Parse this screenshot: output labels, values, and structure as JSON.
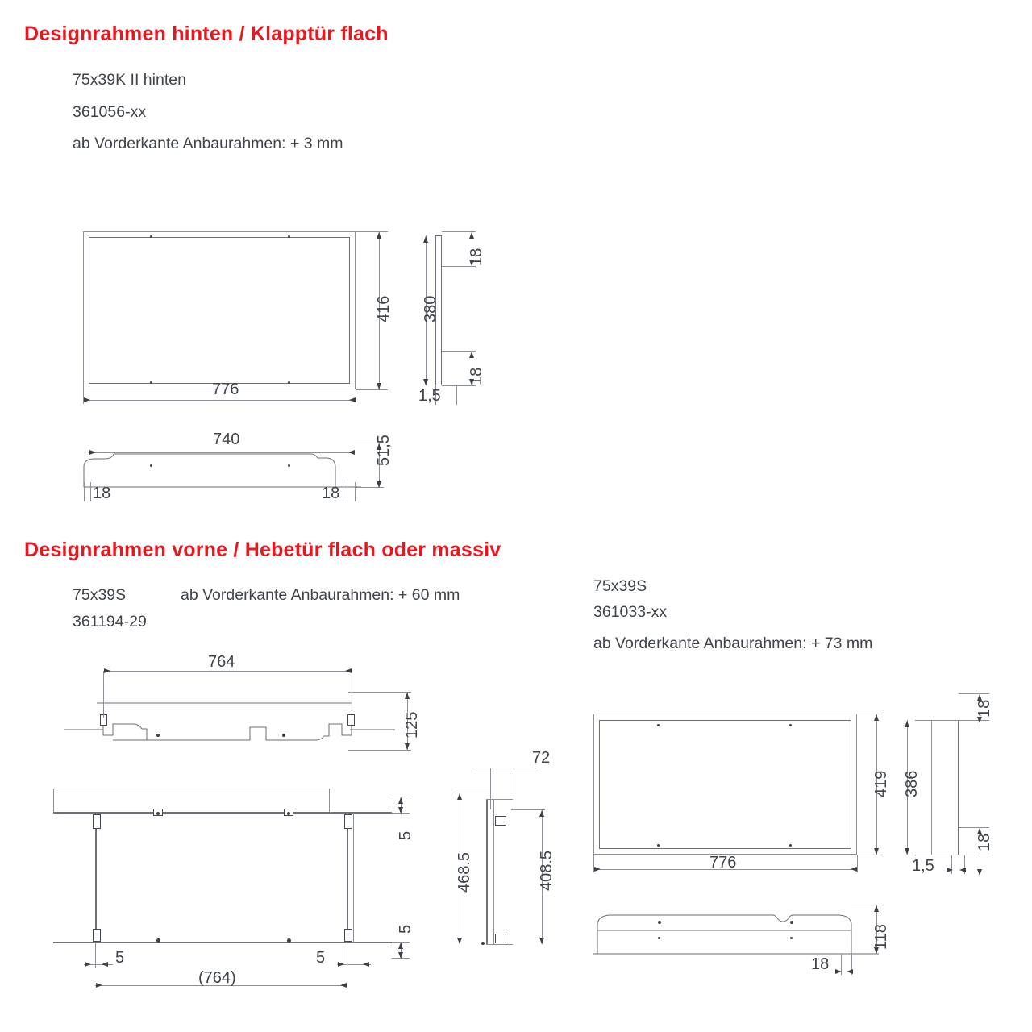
{
  "sections": [
    {
      "title": "Designrahmen hinten / Klapptür flach",
      "labels": [
        "75x39K II hinten",
        "361056-xx",
        "ab Vorderkante Anbaurahmen: + 3 mm"
      ]
    },
    {
      "title": "Designrahmen vorne / Hebetür flach oder massiv",
      "labels_left": [
        "75x39S",
        "361194-29"
      ],
      "note_left": "ab Vorderkante Anbaurahmen: + 60 mm",
      "labels_right": [
        "75x39S",
        "361033-xx",
        "ab Vorderkante Anbaurahmen: + 73 mm"
      ]
    }
  ],
  "dimensions": {
    "top_front_width": "776",
    "top_front_height": "416",
    "top_side_height": "380",
    "top_side_edge_upper": "18",
    "top_side_edge_lower": "18",
    "top_side_thickness": "1,5",
    "top_profile_width": "740",
    "top_profile_height": "51,5",
    "top_profile_left": "18",
    "top_profile_right": "18",
    "mid_profile_width": "764",
    "mid_profile_height": "125",
    "mid_frame_gap_top": "5",
    "mid_frame_gap_bottom": "5",
    "mid_frame_gap_left": "5",
    "mid_frame_gap_right": "5",
    "mid_frame_width_ref": "(764)",
    "mid_side_depth": "72",
    "mid_side_outer_height": "468.5",
    "mid_side_inner_height": "408.5",
    "right_front_width": "776",
    "right_front_height": "419",
    "right_side_height": "386",
    "right_side_edge_upper": "18",
    "right_side_edge_lower": "18",
    "right_side_thickness": "1,5",
    "right_profile_height": "118",
    "right_profile_offset": "18"
  },
  "colors": {
    "heading": "#e8161d",
    "text": "#3f444b",
    "line": "#8d9096"
  }
}
